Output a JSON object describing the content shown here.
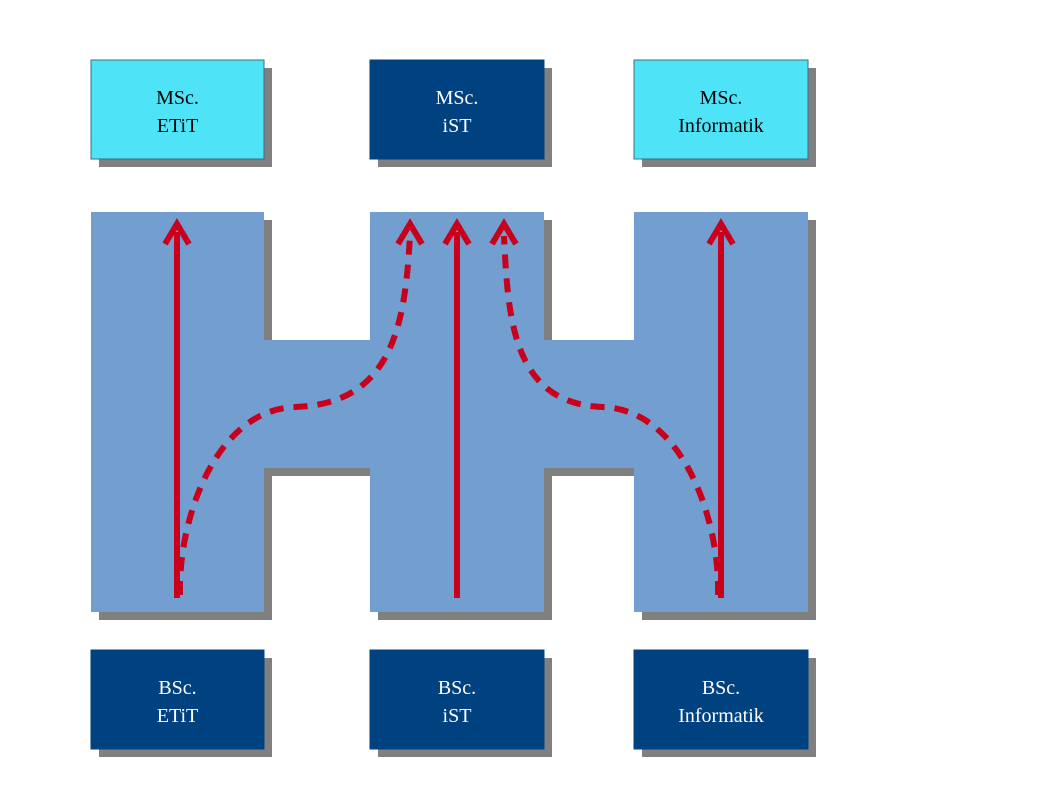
{
  "master_programs": [
    {
      "line1": "MSc.",
      "line2": "ETiT",
      "variant": "light"
    },
    {
      "line1": "MSc.",
      "line2": "iST",
      "variant": "dark"
    },
    {
      "line1": "MSc.",
      "line2": "Informatik",
      "variant": "light"
    }
  ],
  "bachelor_programs": [
    {
      "line1": "BSc.",
      "line2": "ETiT",
      "variant": "dark"
    },
    {
      "line1": "BSc.",
      "line2": "iST",
      "variant": "dark"
    },
    {
      "line1": "BSc.",
      "line2": "Informatik",
      "variant": "dark"
    }
  ],
  "colors": {
    "light_box": "#4fe3f7",
    "dark_box": "#00417f",
    "shadow": "#808080",
    "connector_shape": "#729fcf",
    "arrow": "#c9001b",
    "light_text": "#000000",
    "dark_text": "#ffffff"
  }
}
